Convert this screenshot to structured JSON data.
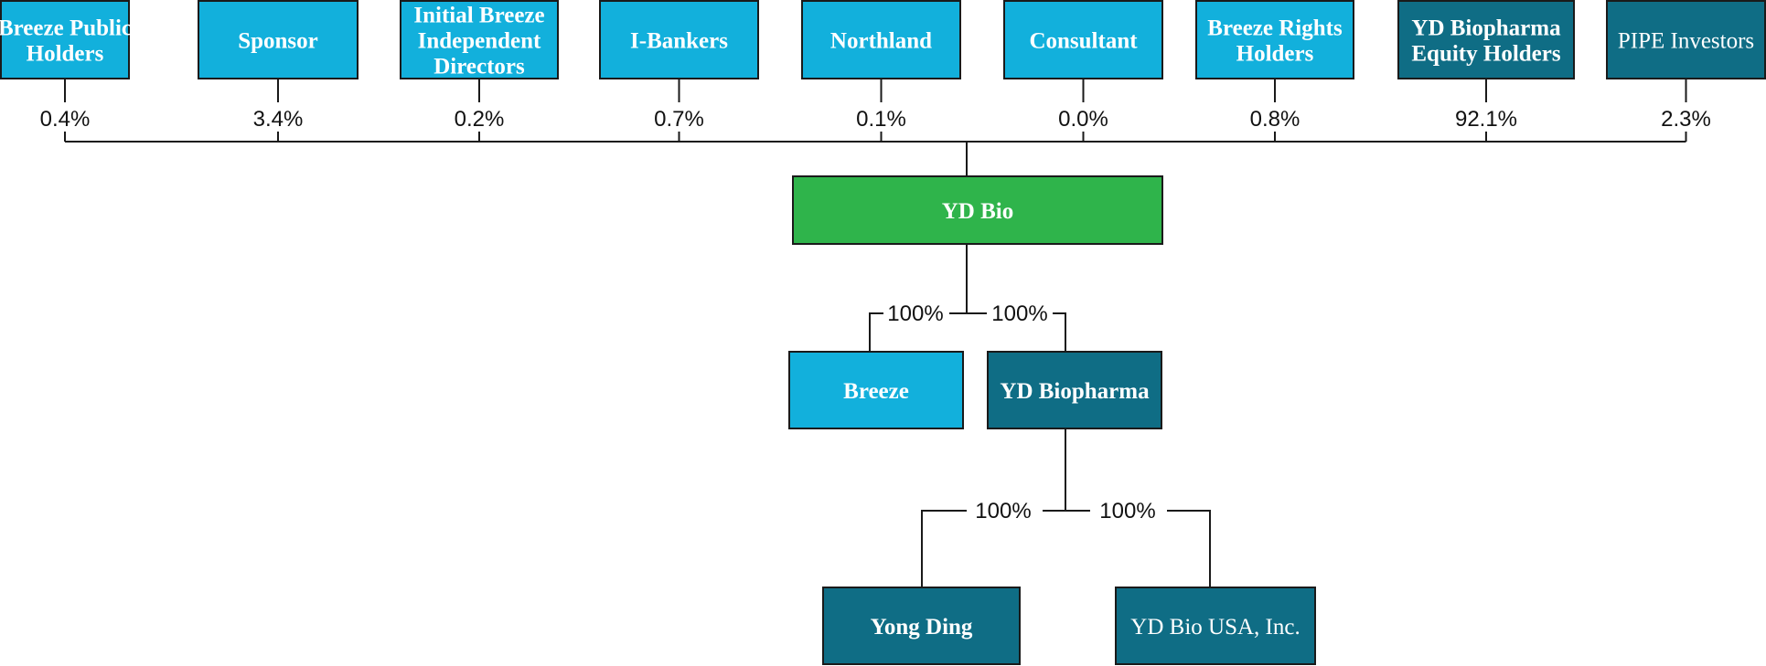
{
  "colors": {
    "light_blue": "#12b0dc",
    "dark_teal": "#0f6d85",
    "green": "#2fb44b",
    "line": "#1a1a1a",
    "text_on_box": "#ffffff"
  },
  "shareholders": [
    {
      "id": "breeze-public-holders",
      "lines": [
        "Breeze Public",
        "Holders"
      ],
      "pct": "0.4%",
      "color": "light_blue",
      "bold": true
    },
    {
      "id": "sponsor",
      "lines": [
        "Sponsor"
      ],
      "pct": "3.4%",
      "color": "light_blue",
      "bold": true
    },
    {
      "id": "initial-breeze-independent-directors",
      "lines": [
        "Initial Breeze",
        "Independent",
        "Directors"
      ],
      "pct": "0.2%",
      "color": "light_blue",
      "bold": true
    },
    {
      "id": "i-bankers",
      "lines": [
        "I-Bankers"
      ],
      "pct": "0.7%",
      "color": "light_blue",
      "bold": true
    },
    {
      "id": "northland",
      "lines": [
        "Northland"
      ],
      "pct": "0.1%",
      "color": "light_blue",
      "bold": true
    },
    {
      "id": "consultant",
      "lines": [
        "Consultant"
      ],
      "pct": "0.0%",
      "color": "light_blue",
      "bold": true
    },
    {
      "id": "breeze-rights-holders",
      "lines": [
        "Breeze Rights",
        "Holders"
      ],
      "pct": "0.8%",
      "color": "light_blue",
      "bold": true
    },
    {
      "id": "yd-biopharma-equity-holders",
      "lines": [
        "YD Biopharma",
        "Equity Holders"
      ],
      "pct": "92.1%",
      "color": "dark_teal",
      "bold": true
    },
    {
      "id": "pipe-investors",
      "lines": [
        "PIPE Investors"
      ],
      "pct": "2.3%",
      "color": "dark_teal",
      "bold": false
    }
  ],
  "parent": {
    "id": "yd-bio",
    "label": "YD Bio",
    "color": "green"
  },
  "subsidiaries": [
    {
      "id": "breeze",
      "label": "Breeze",
      "pct": "100%",
      "color": "light_blue",
      "bold": true
    },
    {
      "id": "yd-biopharma",
      "label": "YD Biopharma",
      "pct": "100%",
      "color": "dark_teal",
      "bold": true
    }
  ],
  "grand_subsidiaries": [
    {
      "id": "yong-ding",
      "label": "Yong Ding",
      "pct": "100%",
      "color": "dark_teal",
      "bold": true
    },
    {
      "id": "yd-bio-usa",
      "label": "YD Bio USA, Inc.",
      "pct": "100%",
      "color": "dark_teal",
      "bold": false
    }
  ]
}
